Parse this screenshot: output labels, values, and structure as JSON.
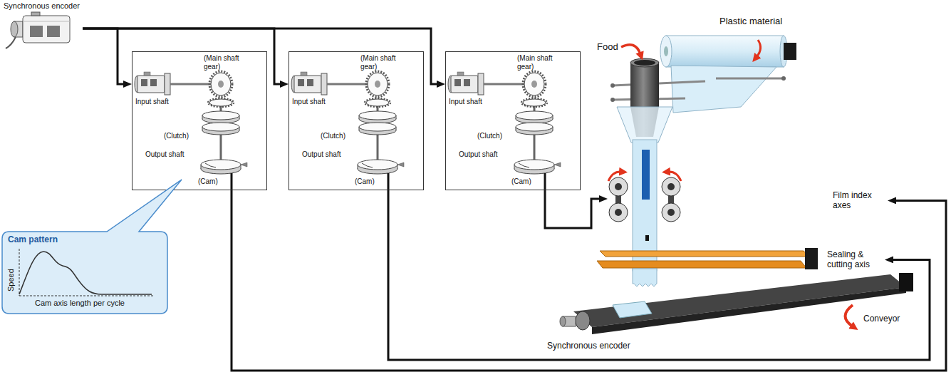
{
  "diagram": {
    "nodes": [
      {
        "text": [
          "Synchronous encoder"
        ]
      },
      {
        "text": [
          "Input shaft",
          "(Main shaft gear)",
          "(Clutch)",
          "Output shaft",
          "(Cam)"
        ]
      },
      {
        "text": [
          "Input shaft",
          "(Main shaft gear)",
          "(Clutch)",
          "Output shaft",
          "(Cam)"
        ]
      },
      {
        "text": [
          "Input shaft",
          "(Main shaft gear)",
          "(Clutch)",
          "Output shaft",
          "(Cam)"
        ]
      },
      {
        "text": [
          "Cam pattern",
          "Speed",
          "Cam axis length per cycle"
        ]
      },
      {
        "text": [
          "Film index axes"
        ]
      },
      {
        "text": [
          "Sealing & cutting axis"
        ]
      }
    ],
    "edges": [
      {
        "from": 0,
        "to": 1,
        "arrow": "to"
      },
      {
        "from": 0,
        "to": 2,
        "arrow": "to"
      },
      {
        "from": 0,
        "to": 3,
        "arrow": "to"
      },
      {
        "from": 1,
        "to": 5,
        "arrow": "to"
      },
      {
        "from": 2,
        "to": 6,
        "arrow": "to"
      }
    ],
    "labels": [
      "Food",
      "Plastic material",
      "Synchronous encoder",
      "Conveyor"
    ]
  }
}
